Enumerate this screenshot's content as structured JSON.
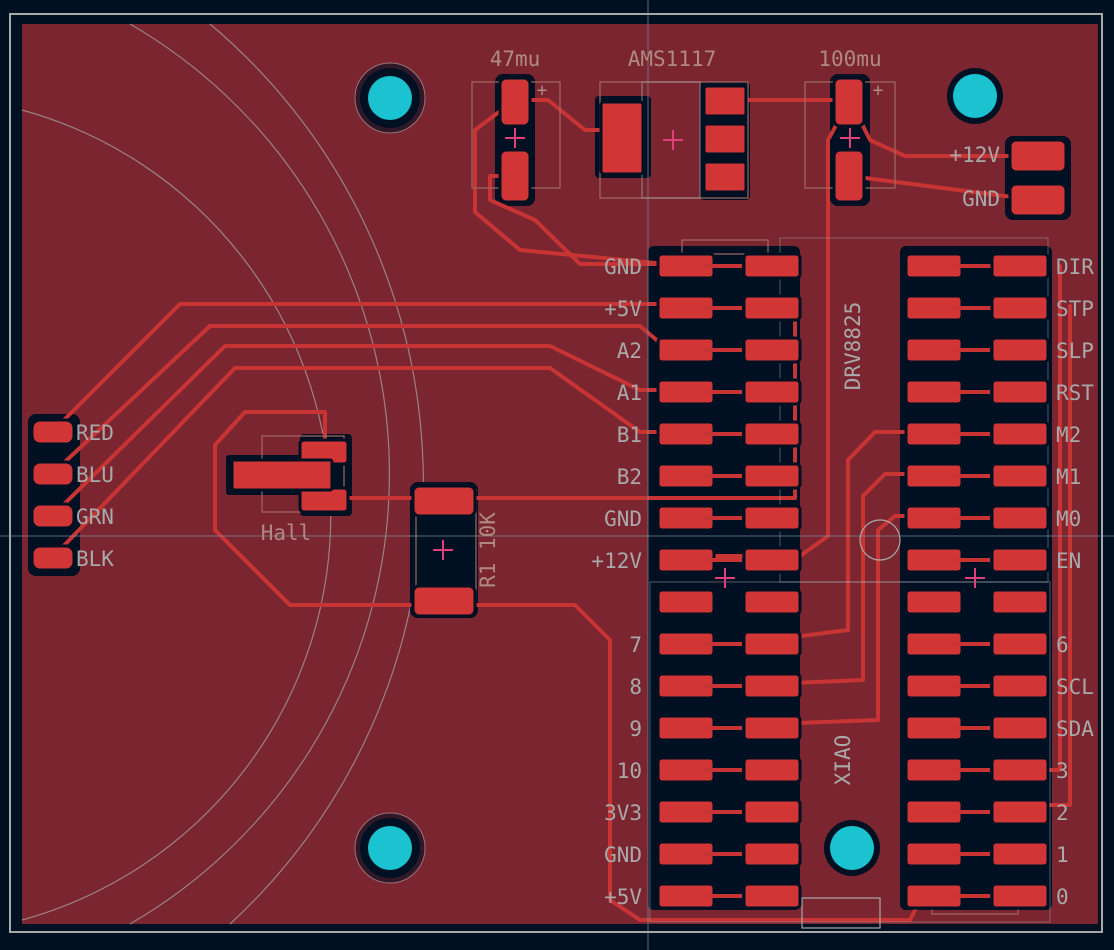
{
  "colors": {
    "background": "#001023",
    "copper": "#7a2530",
    "track": "#c83434",
    "pad": "#d13535",
    "hole": "#1ac3cf",
    "silk": "#a9a9a9",
    "crosshair": "#e0407a",
    "courtyard": "#b06050",
    "cursor": "#8090a0"
  },
  "components": {
    "cap_left": "47mu",
    "regulator": "AMS1117",
    "cap_right": "100mu",
    "driver": "DRV8825",
    "sensor": "Hall",
    "resistor": "R1 10K",
    "mcu": "XIAO"
  },
  "power_labels": {
    "v12": "+12V",
    "gnd": "GND"
  },
  "motor_labels": [
    "RED",
    "BLU",
    "GRN",
    "BLK"
  ],
  "left_pins": [
    "GND",
    "+5V",
    "A2",
    "A1",
    "B1",
    "B2",
    "GND",
    "+12V",
    "",
    "7",
    "8",
    "9",
    "10",
    "3V3",
    "GND",
    "+5V"
  ],
  "right_pins": [
    "DIR",
    "STP",
    "SLP",
    "RST",
    "M2",
    "M1",
    "M0",
    "EN",
    "",
    "6",
    "SCL",
    "SDA",
    "3",
    "2",
    "1",
    "0"
  ],
  "cap_plus": "+"
}
